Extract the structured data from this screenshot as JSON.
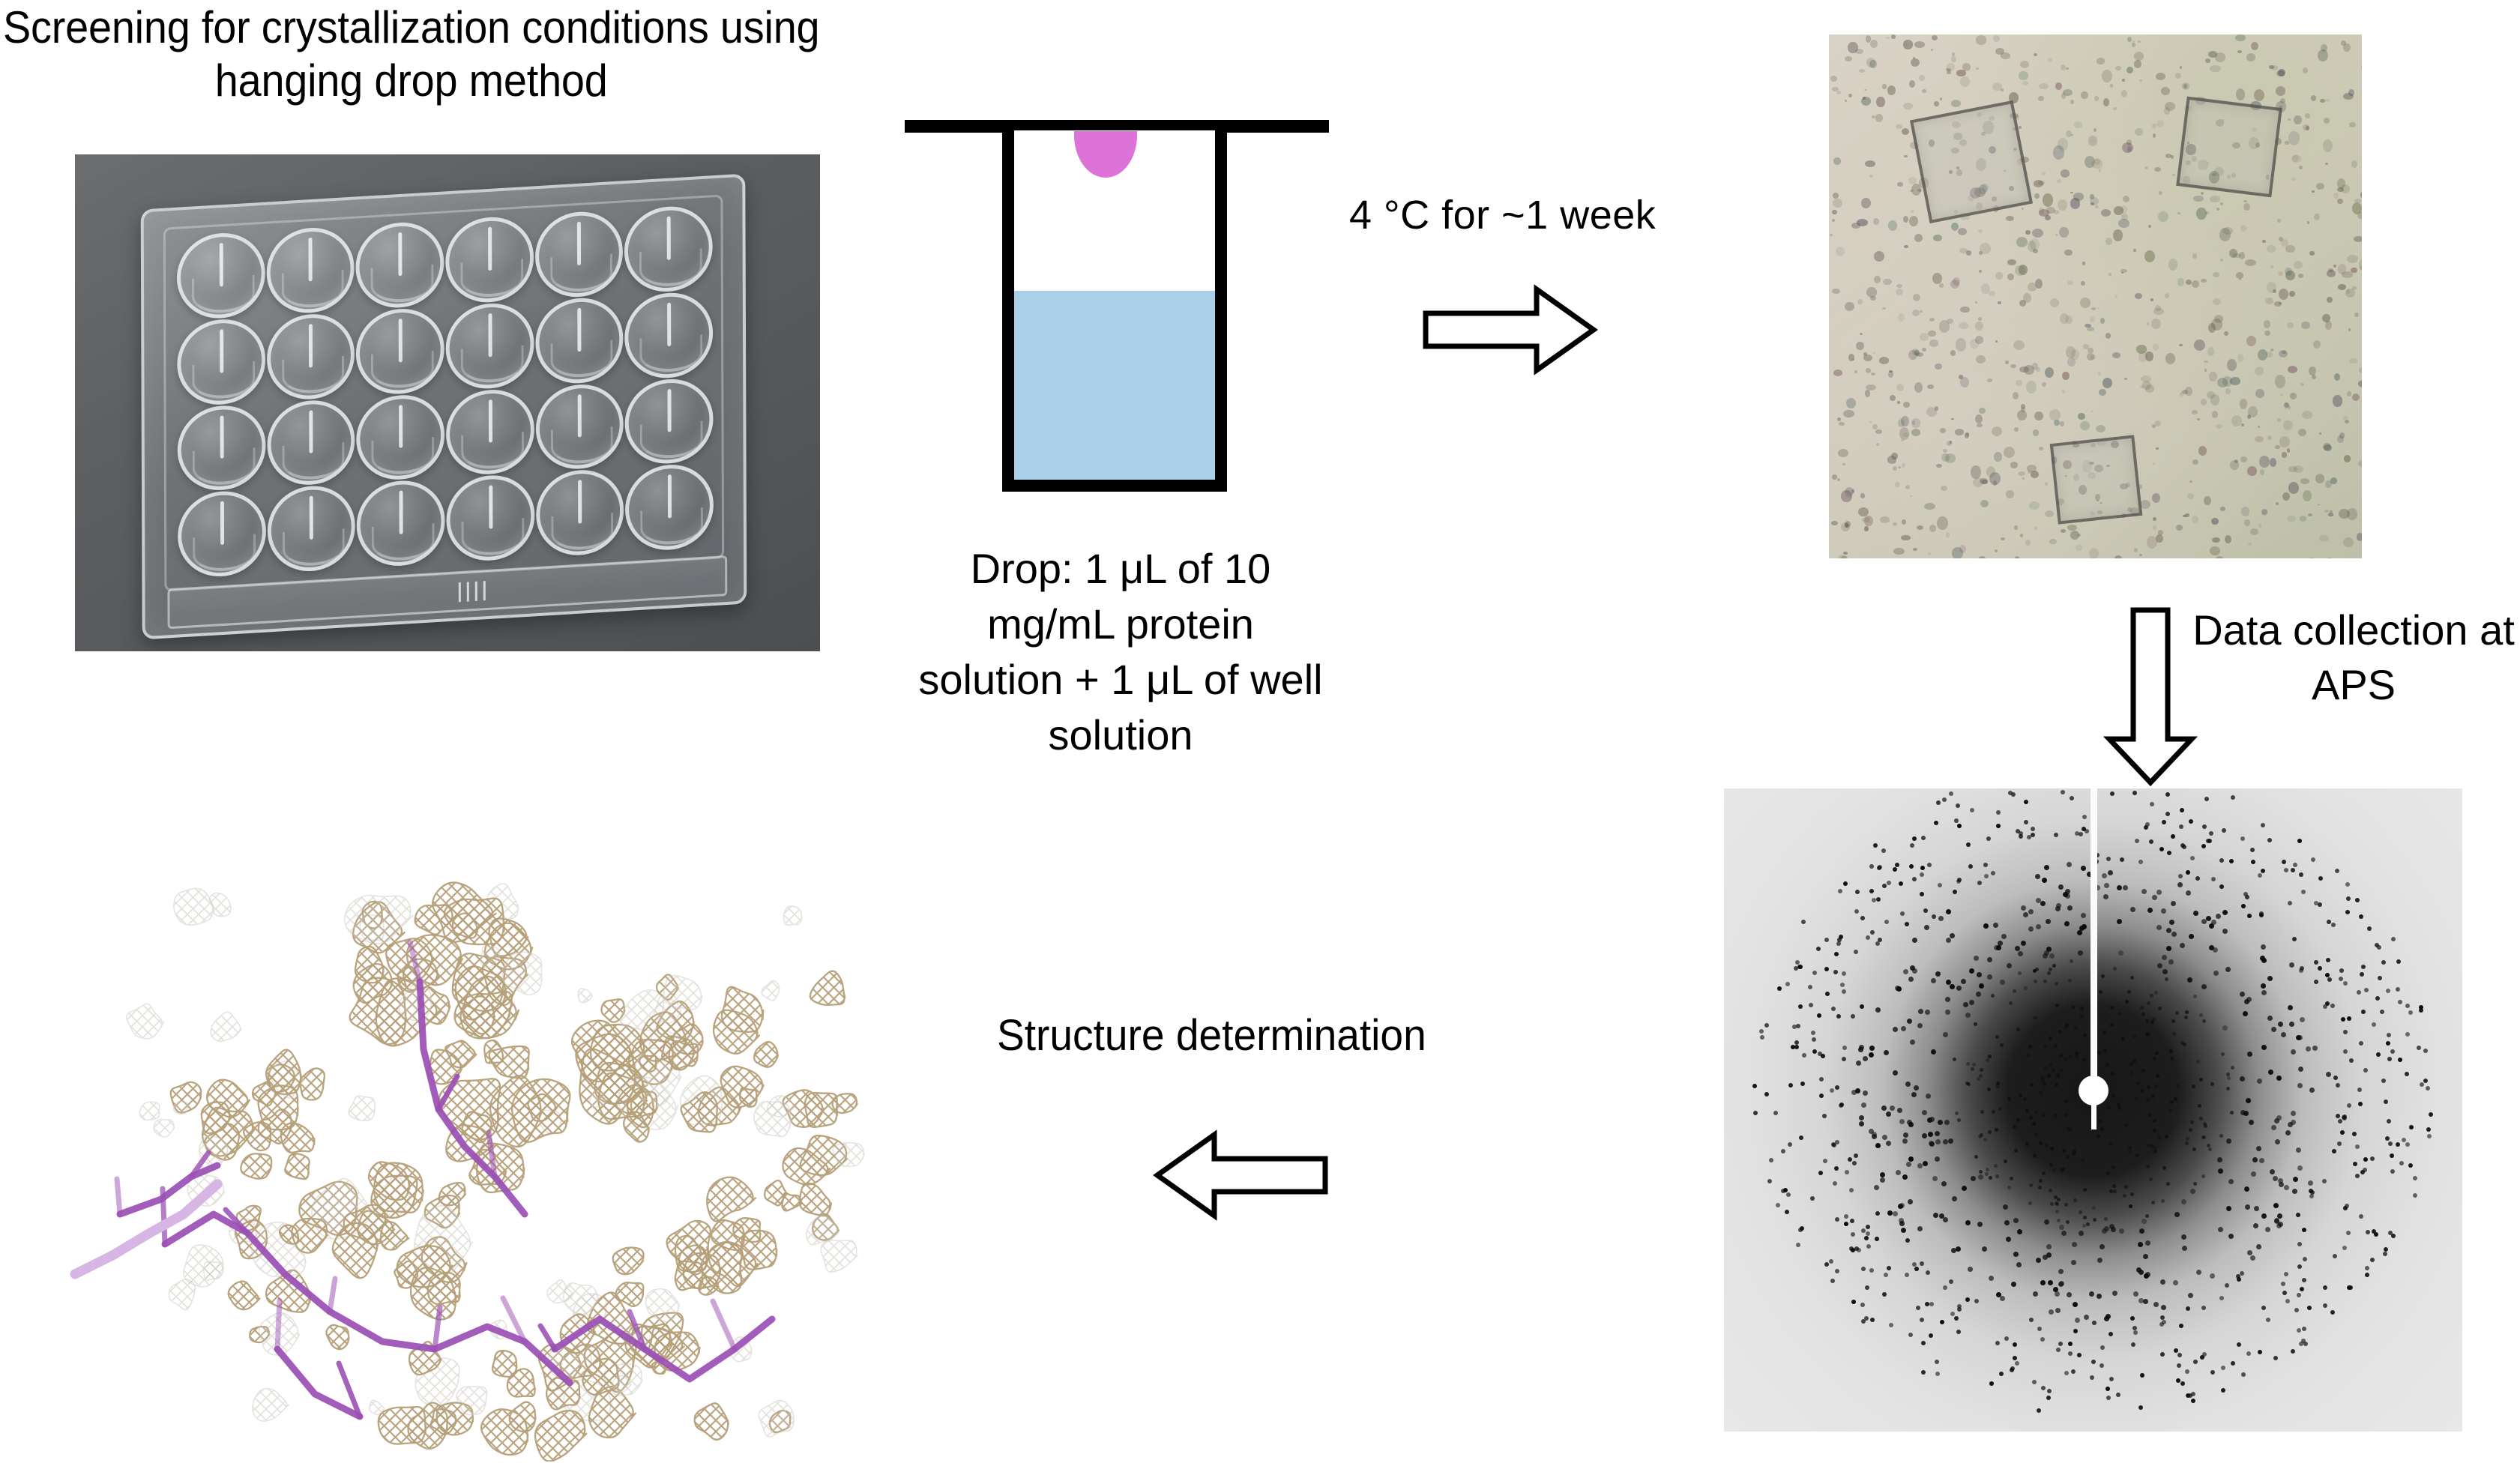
{
  "figure": {
    "title": "Screening for crystallization conditions using hanging drop method",
    "background_color": "#ffffff"
  },
  "panels": {
    "plate_photo": {
      "name": "24-well crystallization plate photograph",
      "well_rows": 4,
      "well_columns": 6,
      "well_count": 24,
      "background_color": "#585a5c"
    },
    "hanging_drop_schematic": {
      "name": "hanging drop vapor diffusion schematic",
      "coverslip_color": "#000000",
      "reservoir_color": "#a9d0e8",
      "drop_color": "#dd72d8",
      "caption": "Drop: 1 μL of 10 mg/mL protein solution + 1 μL of well solution"
    },
    "crystal_photo": {
      "name": "protein crystals under microscope",
      "background_color": "#cfccbc",
      "crystal_count": 3
    },
    "diffraction_photo": {
      "name": "X-ray diffraction pattern",
      "background_color": "#e6e6e6",
      "beamstop_color": "#ffffff"
    },
    "density_map": {
      "name": "electron density map with fitted model",
      "mesh_color": "#b6a079",
      "model_color": "#9a4fb5",
      "background_color": "#ffffff"
    }
  },
  "steps": {
    "incubation": {
      "label": "4 °C for ~1 week",
      "arrow_direction": "right"
    },
    "data_collection": {
      "label": "Data collection at APS",
      "arrow_direction": "down"
    },
    "structure_determination": {
      "label": "Structure determination",
      "arrow_direction": "left"
    }
  }
}
